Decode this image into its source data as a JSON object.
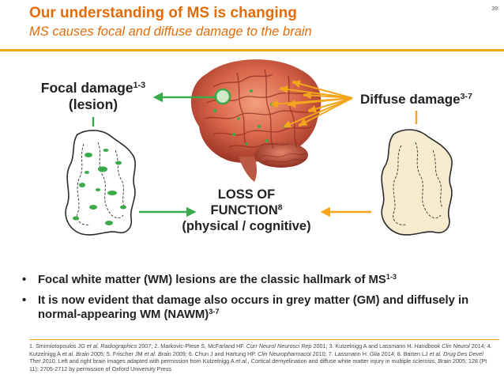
{
  "header": {
    "title": "Our understanding of MS is changing",
    "subtitle": "MS causes focal and diffuse damage to the brain",
    "page_number": "39"
  },
  "diagram": {
    "focal": {
      "line1": "Focal damage",
      "sup": "1-3",
      "line2": "(lesion)"
    },
    "diffuse": {
      "text": "Diffuse damage",
      "sup": "3-7"
    },
    "loss": {
      "line1": "LOSS OF",
      "line2": "FUNCTION",
      "sup": "8",
      "line3": "(physical / cognitive)"
    },
    "colors": {
      "focal": "#3aaa4a",
      "diffuse": "#f3a51c",
      "accent": "#e36c0a",
      "tissue": "#f7ebcf"
    },
    "icons": [
      "brain-image",
      "focal-lesion-marker",
      "focal-brain-slice",
      "diffuse-brain-slice"
    ]
  },
  "bullets": [
    {
      "text": "Focal white matter (WM) lesions are the classic hallmark of MS",
      "sup": "1-3"
    },
    {
      "text": "It is now evident that damage also occurs in grey matter (GM) and diffusely in normal-appearing WM (NAWM)",
      "sup": "3-7"
    }
  ],
  "references": [
    {
      "plain": "1. Smirniotopoulos JG ",
      "italic": "et al. Radiographics"
    },
    {
      "plain": " 2007; 2. Markovic-Plese S, McFarland HF. ",
      "italic": "Curr Neurol Neurosci Rep"
    },
    {
      "plain": " 2001; 3. Kutzelnigg A and Lassmann H. ",
      "italic": "Handbook Clin Neurol"
    },
    {
      "plain": " 2014; 4. Kutzelnigg A ",
      "italic": "et al. Brain"
    },
    {
      "plain": " 2005; 5. Frischer JM ",
      "italic": "et al. Brain"
    },
    {
      "plain": " 2009; 6. Chun J and Hartung HP. ",
      "italic": "Clin Neuropharmacol"
    },
    {
      "plain": " 2010; 7. Lassmann H. ",
      "italic": "Glia"
    },
    {
      "plain": " 2014; 8. Barten LJ ",
      "italic": "et al. Drug Des Devel Ther"
    },
    {
      "plain": " 2010. Left and right brain images adapted with permission from Kutzelnigg A ",
      "italic": "et al.,"
    },
    {
      "plain": " Cortical demyelination and diffuse white matter injury in multiple sclerosis, ",
      "italic": "Brain"
    },
    {
      "plain": " 2005; 128 (Pt 11); 2705-2712 by permission of Oxford University Press",
      "italic": ""
    }
  ]
}
